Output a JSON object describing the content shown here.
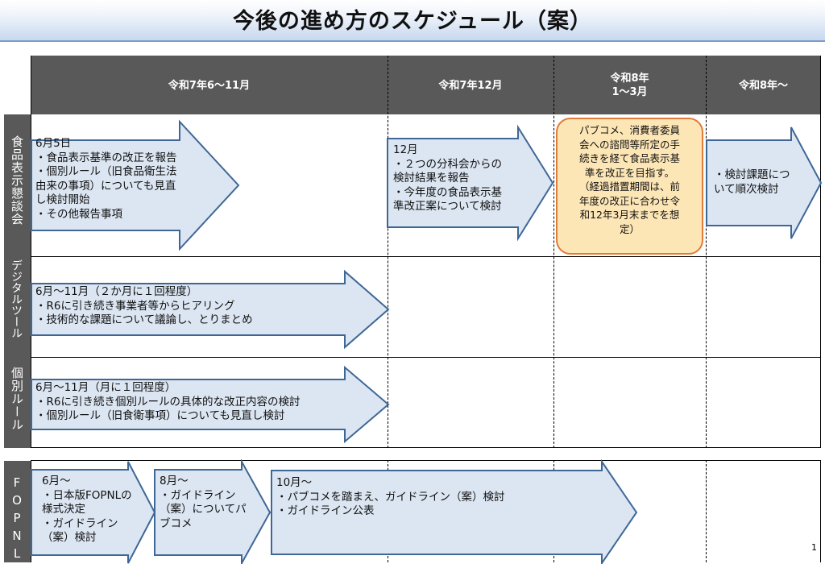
{
  "title": "今後の進め方のスケジュール（案）",
  "header": {
    "col1": "令和7年6～11月",
    "col2": "令和7年12月",
    "col3": "令和8年\n1～3月",
    "col4": "令和8年～"
  },
  "rows": {
    "row1": "食品表示懇談会",
    "row2": "デジタルツール",
    "row3": "個別ルール",
    "row4": "FOPNL"
  },
  "arrows": {
    "r1a": "6月5日\n・食品表示基準の改正を報告\n・個別ルール（旧食品衛生法\n由来の事項）についても見直\nし検討開始\n・その他報告事項",
    "r1b": "12月\n・２つの分科会からの\n検討結果を報告\n・今年度の食品表示基\n準改正案について検討",
    "r1c": "パブコメ、消費者委員\n会への諮問等所定の手\n続きを経て食品表示基\n準を改正を目指す。\n（経過措置期間は、前\n年度の改正に合わせ令\n和12年3月末までを想\n定）",
    "r1d": "・検討課題につ\nいて順次検討",
    "r2": "6月～11月（２か月に１回程度）\n・R6に引き続き事業者等からヒアリング\n・技術的な課題について議論し、とりまとめ",
    "r3": "6月～11月（月に１回程度）\n・R6に引き続き個別ルールの具体的な改正内容の検討\n・個別ルール（旧食衛事項）についても見直し検討",
    "r4a": "6月～\n・日本版FOPNLの\n様式決定\n・ガイドライン\n（案）検討",
    "r4b": "8月～\n・ガイドライン\n（案）についてパ\nブコメ",
    "r4c": "10月～\n・パブコメを踏まえ、ガイドライン（案）検討\n・ガイドライン公表"
  },
  "page_number": "1",
  "colors": {
    "header_bg": "#595959",
    "arrow_fill": "#dce6f2",
    "arrow_stroke": "#3f6796",
    "note_fill": "#fde6b6",
    "note_stroke": "#e07b39"
  }
}
